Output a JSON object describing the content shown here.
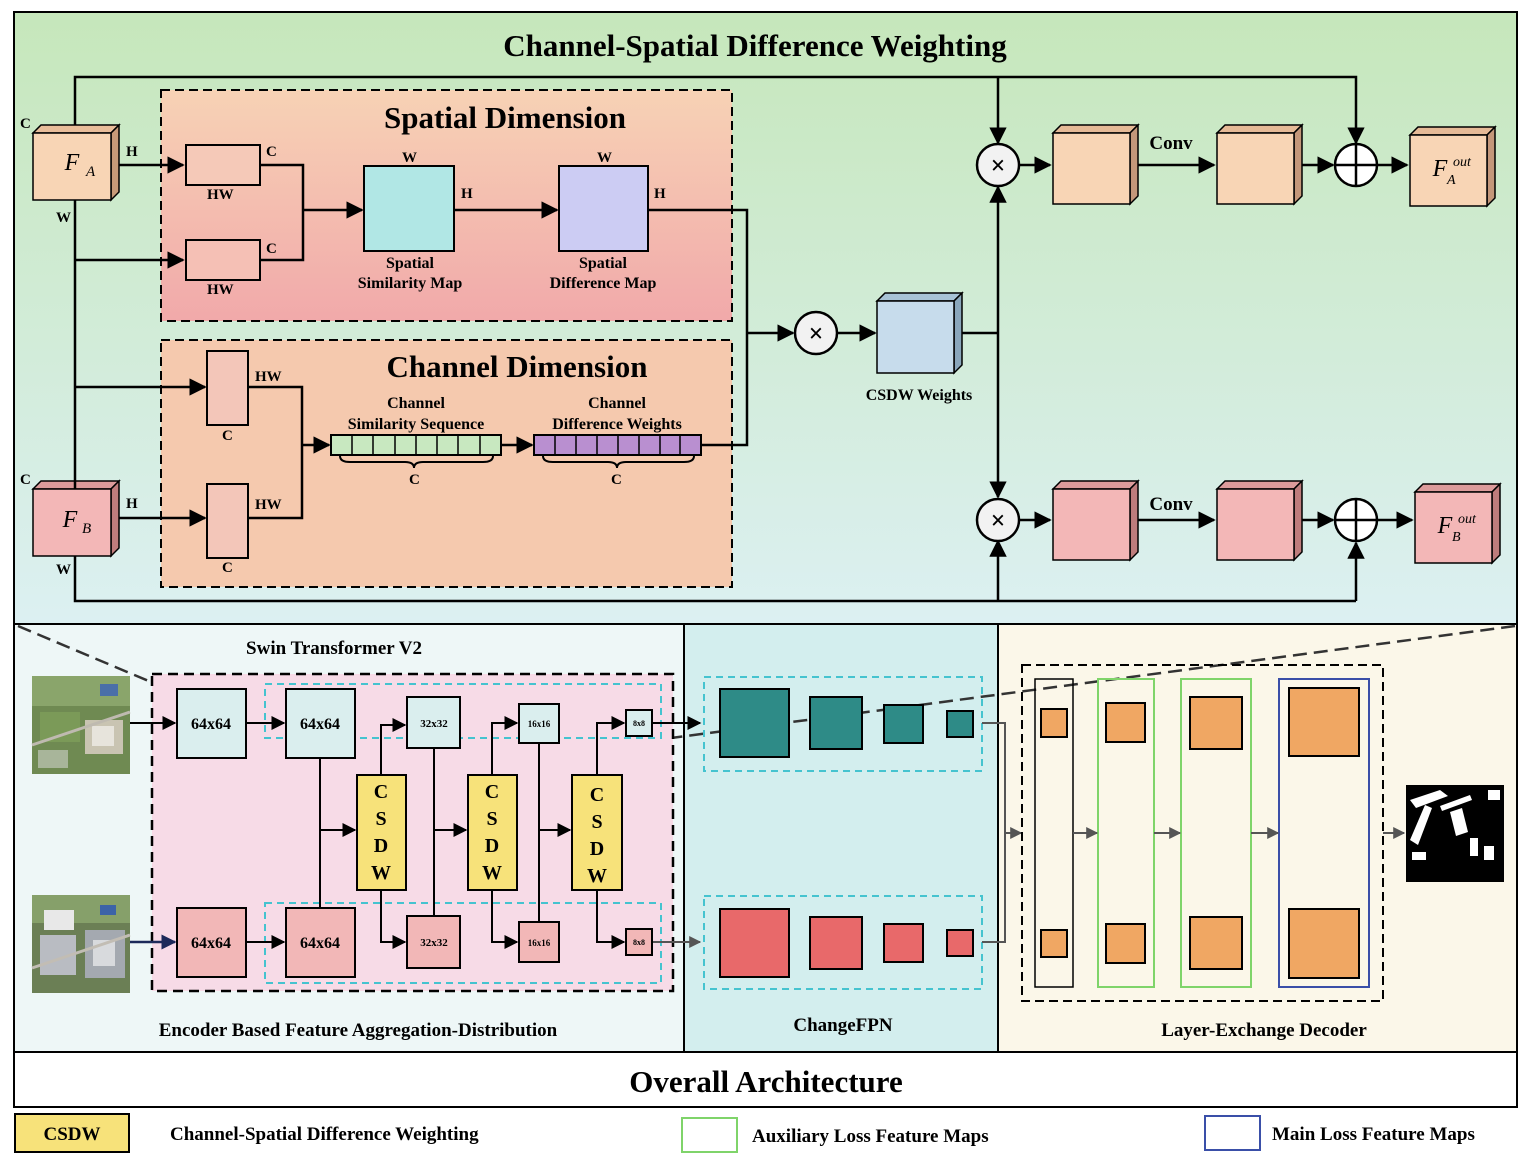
{
  "csdw": {
    "title": "Channel-Spatial Difference Weighting",
    "fa_label": "F",
    "fa_sub": "A",
    "fb_label": "F",
    "fb_sub": "B",
    "out_sup": "out",
    "dim_c": "C",
    "dim_h": "H",
    "dim_w": "W",
    "dim_hw": "HW",
    "spatial": {
      "title": "Spatial Dimension",
      "similarity_map": "Spatial",
      "similarity_map_2": "Similarity Map",
      "difference_map": "Spatial",
      "difference_map_2": "Difference Map"
    },
    "channel": {
      "title": "Channel Dimension",
      "similarity_seq": "Channel",
      "similarity_seq_2": "Similarity Sequence",
      "difference_weights": "Channel",
      "difference_weights_2": "Difference Weights"
    },
    "weights_label": "CSDW Weights",
    "conv_label": "Conv",
    "times_symbol": "×"
  },
  "encoder": {
    "swin_title": "Swin Transformer V2",
    "title": "Encoder Based Feature Aggregation-Distribution",
    "size_64": "64x64",
    "size_32": "32x32",
    "size_16": "16x16",
    "size_8": "8x8",
    "csdw_letters": [
      "C",
      "S",
      "D",
      "W"
    ]
  },
  "fpn": {
    "title": "ChangeFPN"
  },
  "decoder": {
    "title": "Layer-Exchange Decoder"
  },
  "overall_title": "Overall Architecture",
  "legend": {
    "csdw_tag": "CSDW",
    "csdw_desc": "Channel-Spatial Difference Weighting",
    "aux_desc": "Auxiliary Loss Feature Maps",
    "main_desc": "Main Loss Feature Maps"
  },
  "colors": {
    "csdw_bg_top": "#c8e8bf",
    "csdw_bg_bottom": "#d8eef0",
    "spatial_bg": "#f0b0b0",
    "channel_bg": "#f5c8b0",
    "feat_a": "#f8d5b5",
    "feat_b": "#f3b7b7",
    "csdw_yellow": "#f7e27a",
    "teal": "#2e8b87",
    "red": "#e8696a",
    "orange": "#f0a763",
    "aux_green": "#7fd46a",
    "main_blue": "#3a4fa8"
  }
}
